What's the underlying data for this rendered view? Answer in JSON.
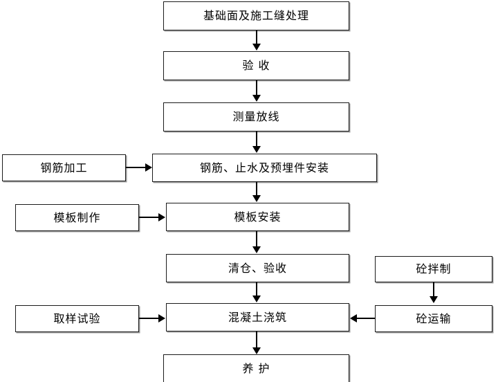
{
  "diagram": {
    "type": "flowchart",
    "orientation": "top-to-bottom",
    "language": "zh-CN",
    "colors": {
      "background": "#ffffff",
      "node_fill": "#ffffff",
      "node_border": "#1a1a1a",
      "node_shadow": "#9a9a9a",
      "connector": "#000000",
      "text": "#000000"
    },
    "nodes": {
      "foundation_surface": "基础面及施工缝处理",
      "acceptance_1": "验    收",
      "survey_setout": "测量放线",
      "rebar_waterstop_embed_install": "钢筋、止水及预埋件安装",
      "rebar_fabrication": "钢筋加工",
      "formwork_fabrication": "模板制作",
      "formwork_install": "模板安装",
      "clearing_acceptance": "清仓、验收",
      "concrete_mixing": "砼拌制",
      "concrete_transport": "砼运输",
      "sampling_test": "取样试验",
      "concrete_placing": "混凝土浇筑",
      "curing": "养    护"
    },
    "edges": [
      {
        "from": "foundation_surface",
        "to": "acceptance_1",
        "direction": "down"
      },
      {
        "from": "acceptance_1",
        "to": "survey_setout",
        "direction": "down"
      },
      {
        "from": "survey_setout",
        "to": "rebar_waterstop_embed_install",
        "direction": "down"
      },
      {
        "from": "rebar_fabrication",
        "to": "rebar_waterstop_embed_install",
        "direction": "right"
      },
      {
        "from": "rebar_waterstop_embed_install",
        "to": "formwork_install",
        "direction": "down"
      },
      {
        "from": "formwork_fabrication",
        "to": "formwork_install",
        "direction": "right"
      },
      {
        "from": "formwork_install",
        "to": "clearing_acceptance",
        "direction": "down"
      },
      {
        "from": "clearing_acceptance",
        "to": "concrete_placing",
        "direction": "down"
      },
      {
        "from": "concrete_mixing",
        "to": "concrete_transport",
        "direction": "down"
      },
      {
        "from": "concrete_transport",
        "to": "concrete_placing",
        "direction": "left"
      },
      {
        "from": "sampling_test",
        "to": "concrete_placing",
        "direction": "right"
      },
      {
        "from": "concrete_placing",
        "to": "curing",
        "direction": "down"
      }
    ]
  }
}
